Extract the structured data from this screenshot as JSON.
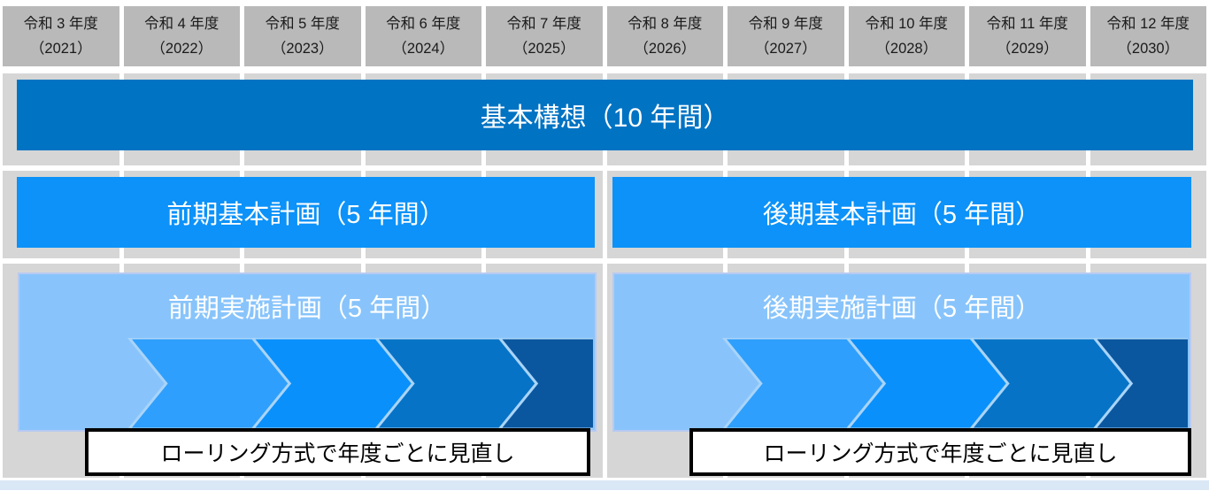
{
  "timeline_header": {
    "years": [
      {
        "era": "令和 3 年度",
        "ad": "（2021）"
      },
      {
        "era": "令和 4 年度",
        "ad": "（2022）"
      },
      {
        "era": "令和 5 年度",
        "ad": "（2023）"
      },
      {
        "era": "令和 6 年度",
        "ad": "（2024）"
      },
      {
        "era": "令和 7 年度",
        "ad": "（2025）"
      },
      {
        "era": "令和 8 年度",
        "ad": "（2026）"
      },
      {
        "era": "令和 9 年度",
        "ad": "（2027）"
      },
      {
        "era": "令和 10 年度",
        "ad": "（2028）"
      },
      {
        "era": "令和 11 年度",
        "ad": "（2029）"
      },
      {
        "era": "令和 12 年度",
        "ad": "（2030）"
      }
    ]
  },
  "plan_bars": {
    "basic_concept": {
      "label": "基本構想（10 年間）"
    },
    "first_basic_plan": {
      "label": "前期基本計画（5 年間）"
    },
    "second_basic_plan": {
      "label": "後期基本計画（5 年間）"
    },
    "first_implementation_plan": {
      "label": "前期実施計画（5 年間）"
    },
    "second_implementation_plan": {
      "label": "後期実施計画（5 年間）"
    }
  },
  "notes": {
    "rolling_left": "ローリング方式で年度ごとに見直し",
    "rolling_right": "ローリング方式で年度ごとに見直し"
  },
  "colors": {
    "header_cell": "#B9B9B9",
    "header_text": "#1A1A1A",
    "stripe_cell": "#D6D6D6",
    "basic_concept_bar": "#0173C3",
    "basic_plan_bar": "#0C92F8",
    "container_fill": "#88C4FB",
    "container_border": "#B7C9F1",
    "chevron_1": "#2E9FFC",
    "chevron_2": "#0990FB",
    "chevron_3": "#0673C6",
    "chevron_4": "#0A57A0",
    "chevron_outline": "#A9D4F8",
    "bar_text": "#FFFFFF",
    "note_bg": "#FFFFFF",
    "note_border": "#000000",
    "note_text": "#000000",
    "bottom_strip": "#DAE7F5"
  }
}
